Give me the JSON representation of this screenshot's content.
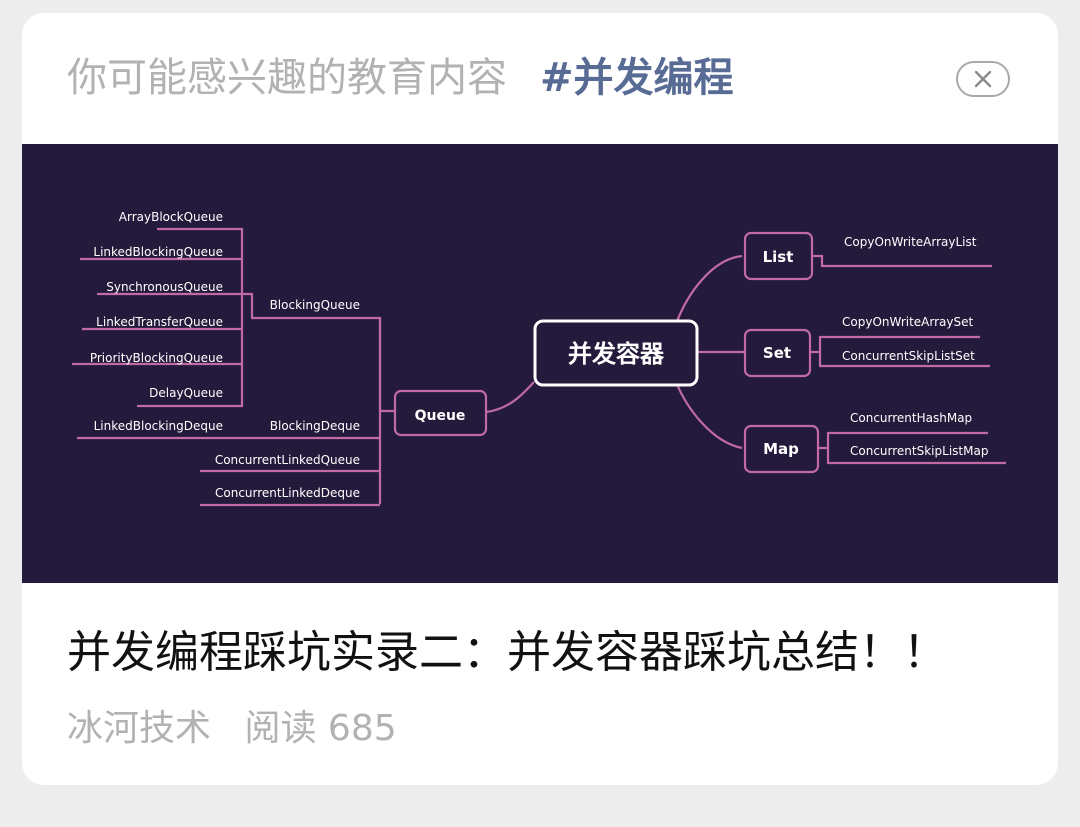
{
  "header": {
    "title": "你可能感兴趣的教育内容",
    "tag": "#并发编程",
    "close_icon": "close-icon"
  },
  "cover": {
    "background": "#241a3b",
    "line_color": "#c06aa6",
    "center": "并发容器",
    "left": {
      "branch": "Queue",
      "blocking_queue": {
        "label": "BlockingQueue",
        "items": [
          "ArrayBlockQueue",
          "LinkedBlockingQueue",
          "SynchronousQueue",
          "LinkedTransferQueue",
          "PriorityBlockingQueue",
          "DelayQueue"
        ]
      },
      "blocking_deque": {
        "label": "BlockingDeque",
        "items": [
          "LinkedBlockingDeque"
        ]
      },
      "others": [
        "ConcurrentLinkedQueue",
        "ConcurrentLinkedDeque"
      ]
    },
    "right": [
      {
        "label": "List",
        "items": [
          "CopyOnWriteArrayList"
        ]
      },
      {
        "label": "Set",
        "items": [
          "CopyOnWriteArraySet",
          "ConcurrentSkipListSet"
        ]
      },
      {
        "label": "Map",
        "items": [
          "ConcurrentHashMap",
          "ConcurrentSkipListMap"
        ]
      }
    ]
  },
  "article": {
    "title": "并发编程踩坑实录二：并发容器踩坑总结！！",
    "author": "冰河技术",
    "reads_label": "阅读 685"
  }
}
